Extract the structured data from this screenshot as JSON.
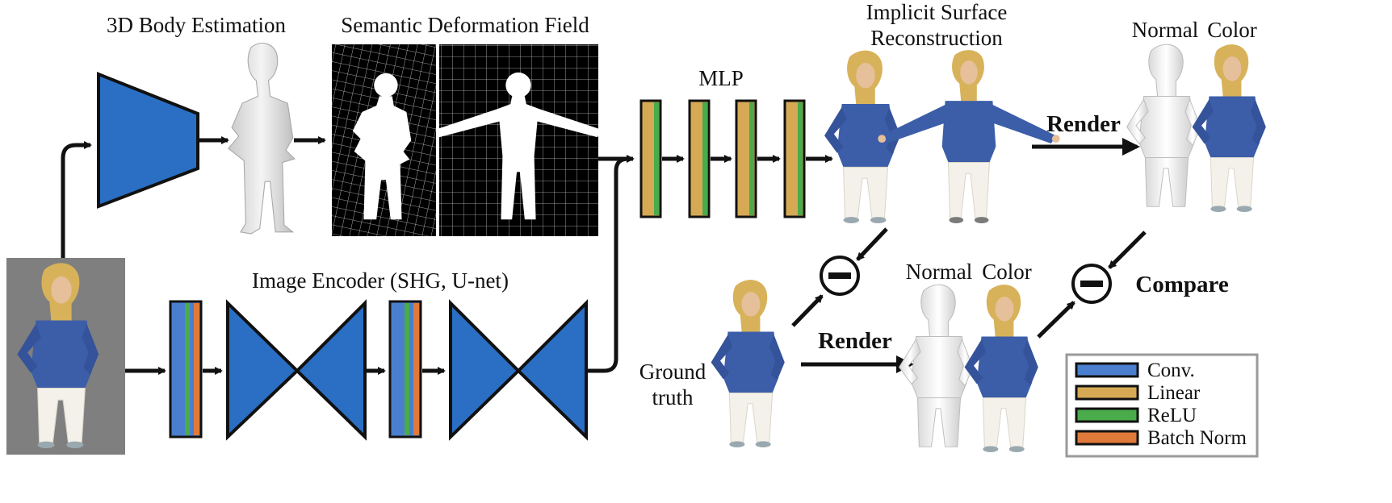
{
  "labels": {
    "body_estimation": "3D Body Estimation",
    "deformation_field": "Semantic Deformation Field",
    "mlp": "MLP",
    "implicit_line1": "Implicit Surface",
    "implicit_line2": "Reconstruction",
    "normal_top": "Normal",
    "color_top": "Color",
    "render_top": "Render",
    "image_encoder": "Image Encoder (SHG, U-net)",
    "ground_truth_line1": "Ground",
    "ground_truth_line2": "truth",
    "render_bottom": "Render",
    "normal_bottom": "Normal",
    "color_bottom": "Color",
    "compare": "Compare"
  },
  "legend": {
    "items": [
      {
        "label": "Conv.",
        "color": "#4a7fcf"
      },
      {
        "label": "Linear",
        "color": "#d6aa55"
      },
      {
        "label": "ReLU",
        "color": "#4aab4a"
      },
      {
        "label": "Batch Norm",
        "color": "#e07a3a"
      }
    ]
  },
  "colors": {
    "network_blue": "#2a6fc4",
    "conv": "#4a7fcf",
    "linear": "#d6aa55",
    "relu": "#4aab4a",
    "batchnorm": "#e07a3a",
    "photo_bg": "#7f7f7f",
    "jacket": "#3c5ea8",
    "pants": "#f4f1ea",
    "skin": "#e6c09a",
    "hair": "#d8b25a"
  },
  "icons": {
    "minus_circle": "minus-circle-icon",
    "arrow": "arrow-icon"
  }
}
